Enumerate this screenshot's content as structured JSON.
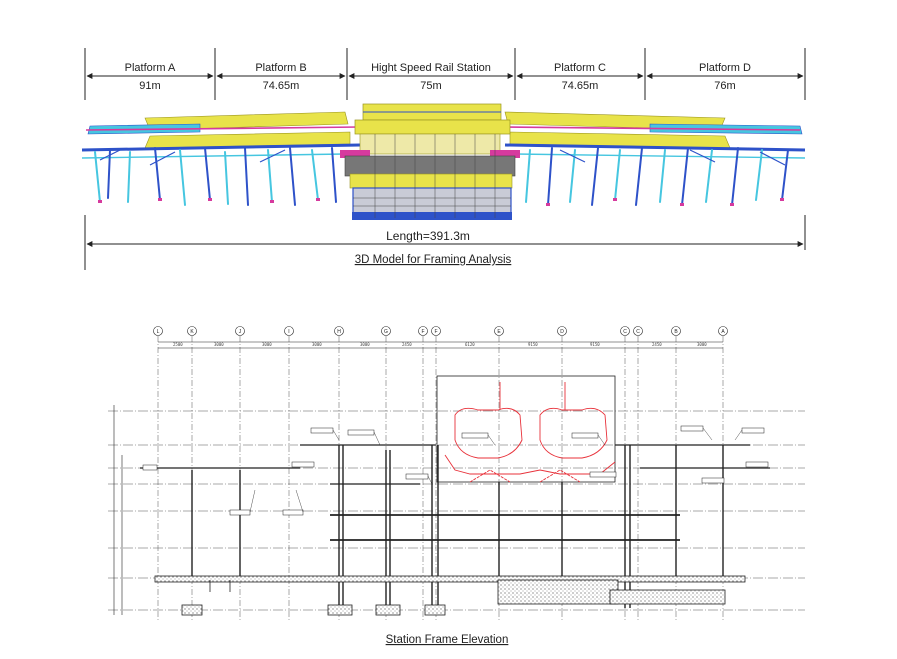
{
  "model": {
    "segments": [
      {
        "name": "Platform A",
        "length": "91m"
      },
      {
        "name": "Platform B",
        "length": "74.65m"
      },
      {
        "name": "Hight Speed Rail Station",
        "length": "75m"
      },
      {
        "name": "Platform C",
        "length": "74.65m"
      },
      {
        "name": "Platform D",
        "length": "76m"
      }
    ],
    "total_length": "Length=391.3m",
    "caption": "3D Model for Framing Analysis"
  },
  "elevation": {
    "grid_labels": [
      "L",
      "K",
      "J",
      "I",
      "H",
      "G",
      "F",
      "F",
      "E",
      "D",
      "C",
      "C",
      "B",
      "A"
    ],
    "caption": "Station Frame Elevation"
  },
  "colors": {
    "yellow": "#e8e34a",
    "blue": "#2e52c9",
    "cyan": "#46c6e0",
    "magenta": "#d63a9e",
    "red_track": "#e8313a"
  }
}
